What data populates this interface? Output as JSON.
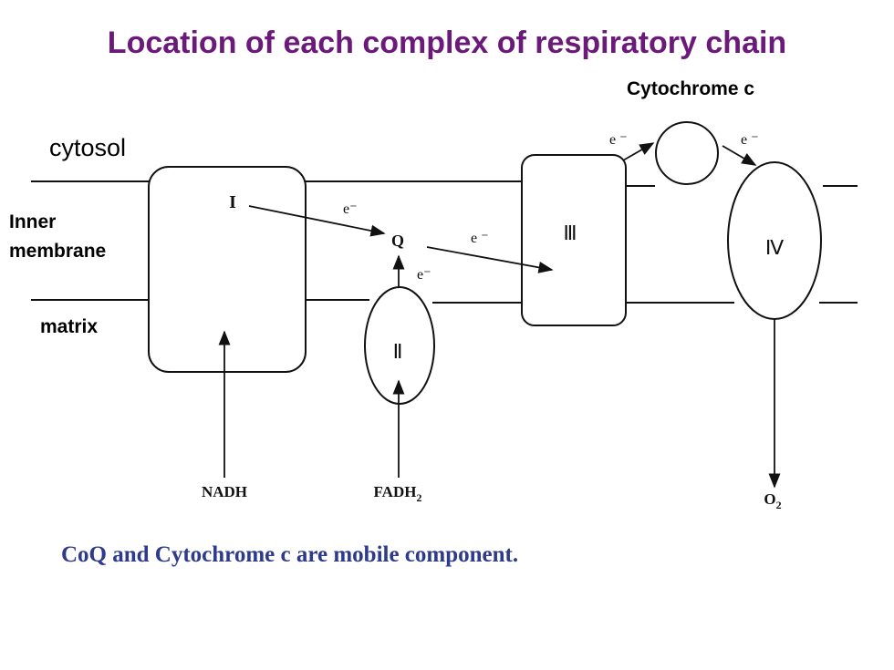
{
  "title": "Location of each complex of respiratory chain",
  "regions": {
    "cytosol": "cytosol",
    "inner_membrane_line1": "Inner",
    "inner_membrane_line2": "membrane",
    "matrix": "matrix"
  },
  "mobile_labels": {
    "cytochrome_c": "Cytochrome c"
  },
  "complexes": {
    "I": "I",
    "II": "Ⅱ",
    "III": "Ⅲ",
    "IV": "Ⅳ",
    "Q": "Q"
  },
  "electron_label": "e⁻",
  "electron_label_spaced": "e ⁻",
  "substrates": {
    "nadh": "NADH",
    "fadh2_main": "FADH",
    "fadh2_sub": "2",
    "o2_main": "O",
    "o2_sub": "2"
  },
  "caption": "CoQ and Cytochrome c are mobile component.",
  "colors": {
    "title": "#6b1a7a",
    "caption": "#2e3a8c",
    "lines": "#111111"
  }
}
